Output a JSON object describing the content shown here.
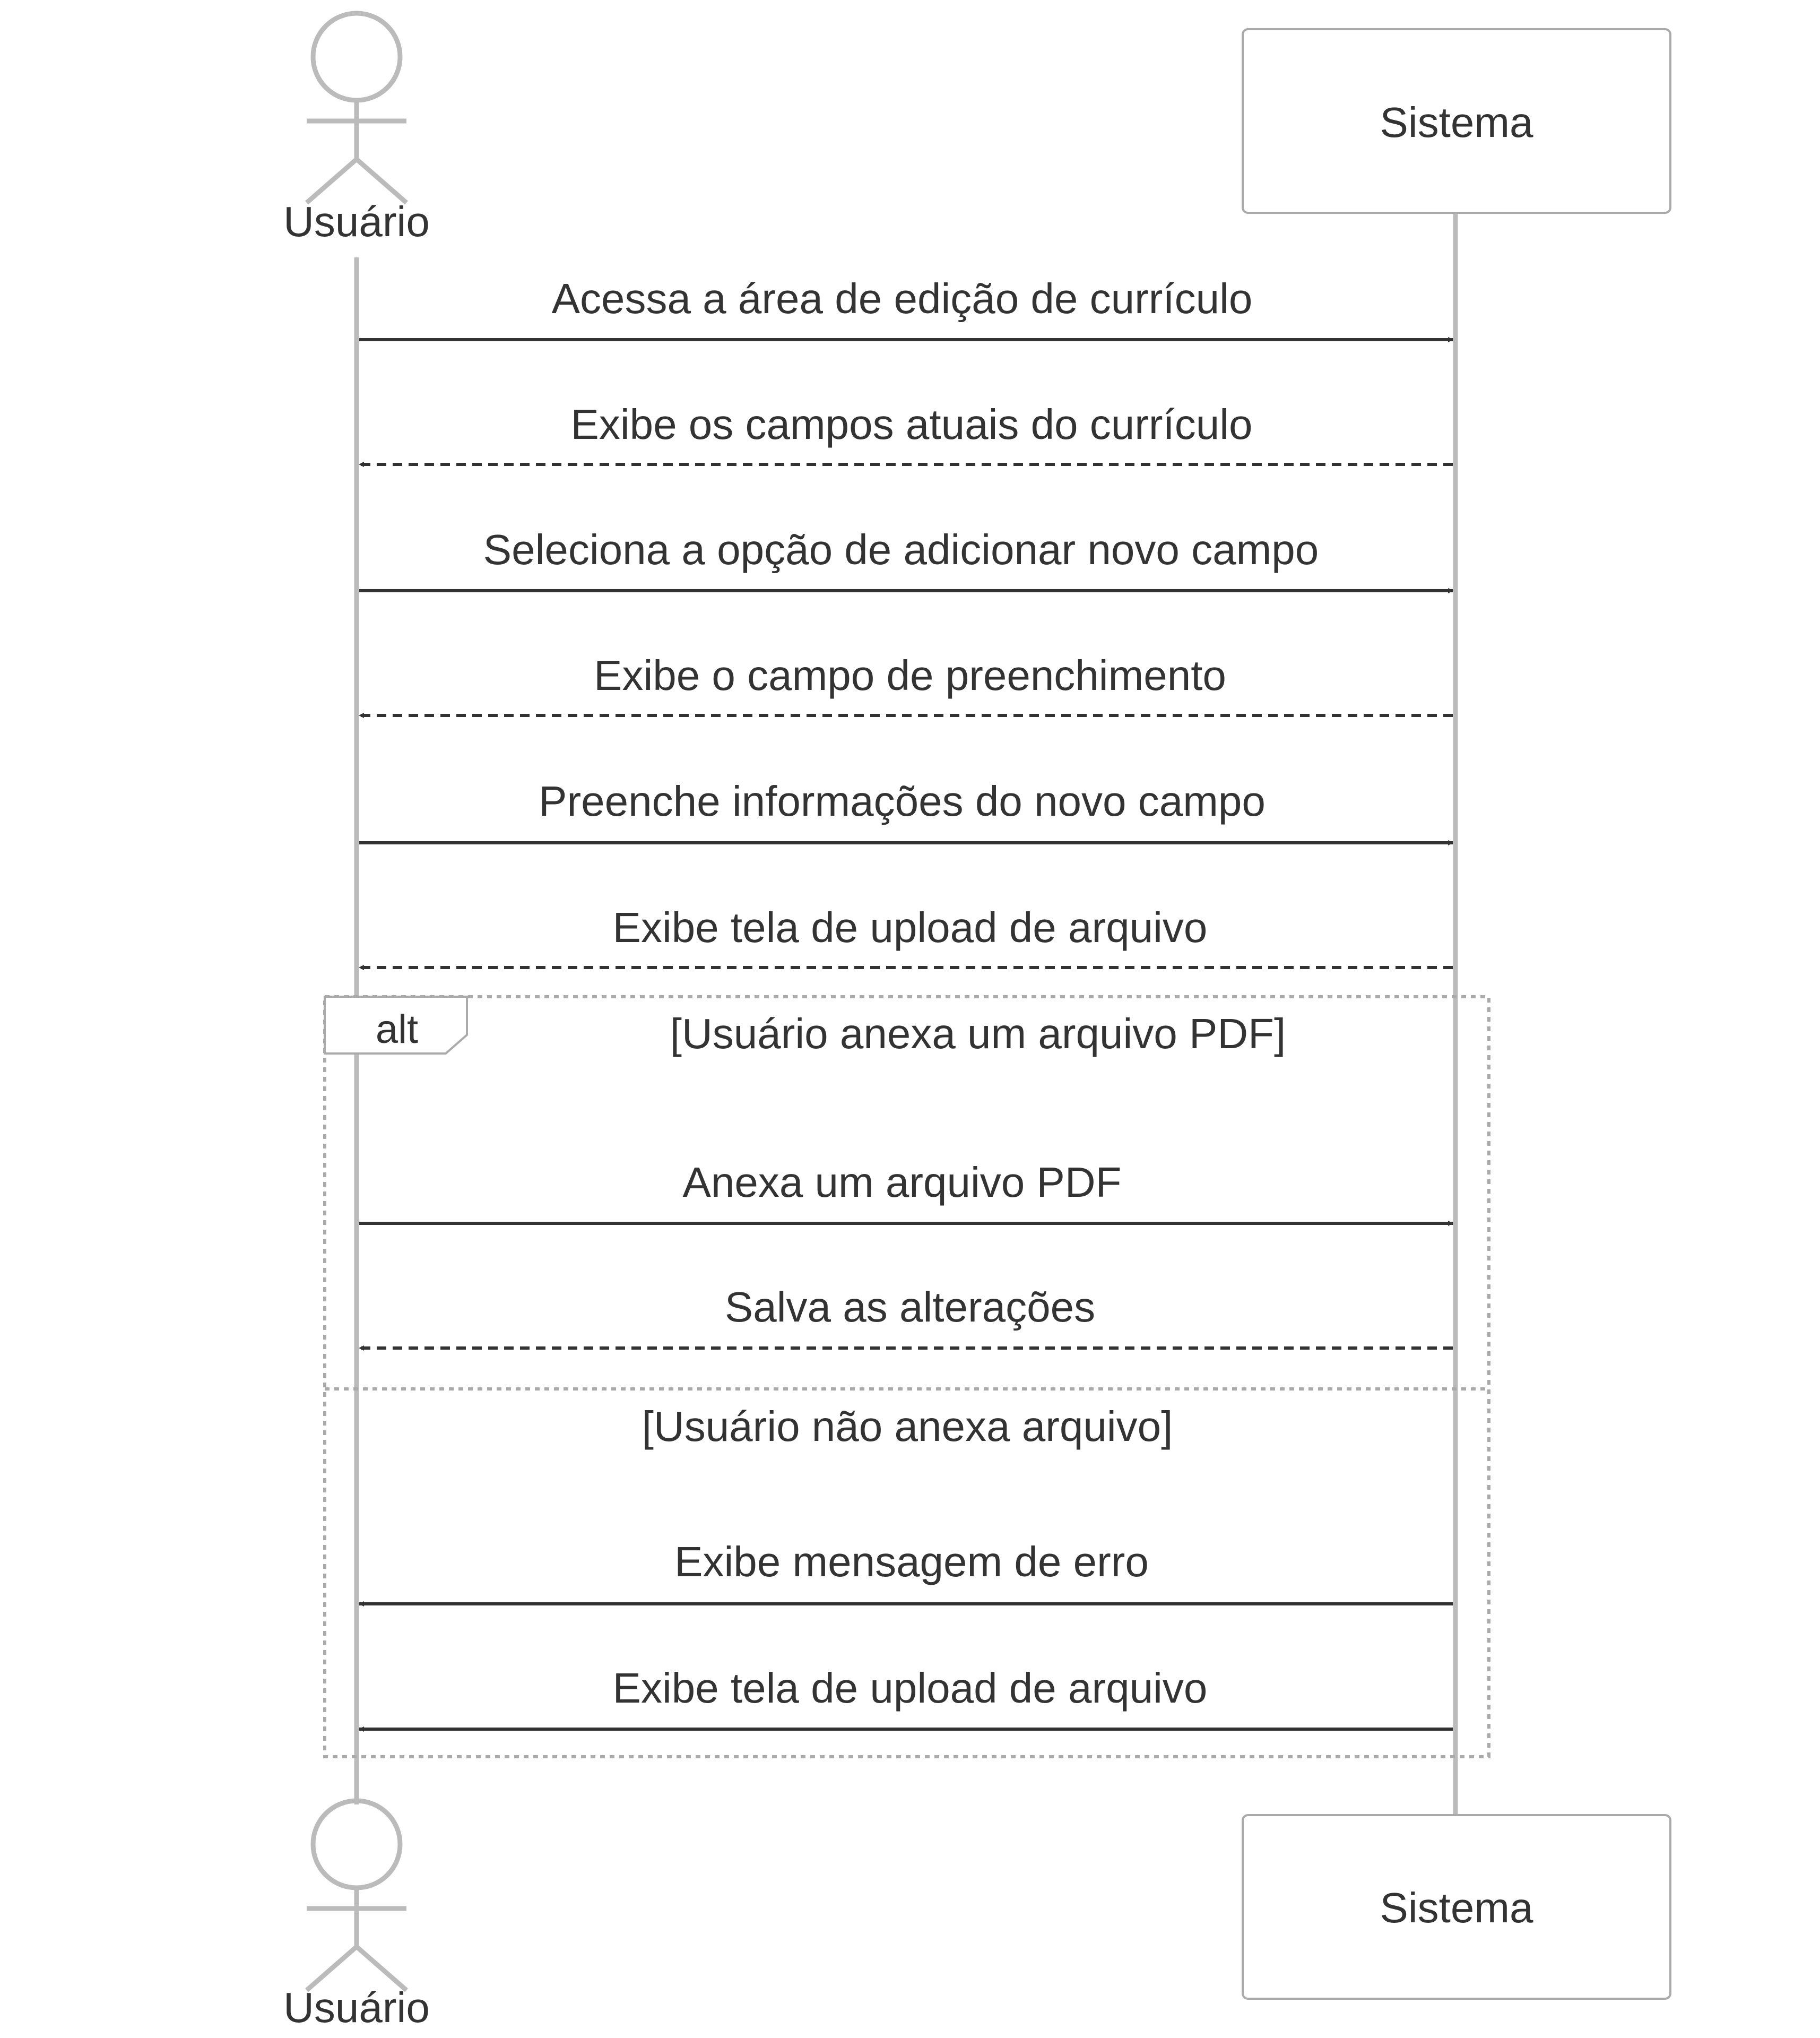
{
  "participants": {
    "user": {
      "label": "Usuário",
      "kind": "actor"
    },
    "system": {
      "label": "Sistema",
      "kind": "box"
    }
  },
  "messages": [
    {
      "text": "Acessa a área de edição de currículo",
      "from": "user",
      "to": "system",
      "style": "solid"
    },
    {
      "text": "Exibe os campos atuais do currículo",
      "from": "system",
      "to": "user",
      "style": "dashed"
    },
    {
      "text": "Seleciona a opção de adicionar novo campo",
      "from": "user",
      "to": "system",
      "style": "solid"
    },
    {
      "text": "Exibe o campo de preenchimento",
      "from": "system",
      "to": "user",
      "style": "dashed"
    },
    {
      "text": "Preenche informações do novo campo",
      "from": "user",
      "to": "system",
      "style": "solid"
    },
    {
      "text": "Exibe tela de upload de arquivo",
      "from": "system",
      "to": "user",
      "style": "dashed"
    },
    {
      "text": "Anexa um arquivo PDF",
      "from": "user",
      "to": "system",
      "style": "solid"
    },
    {
      "text": "Salva as alterações",
      "from": "system",
      "to": "user",
      "style": "dashed"
    },
    {
      "text": "Exibe mensagem de erro",
      "from": "system",
      "to": "user",
      "style": "solid"
    },
    {
      "text": "Exibe tela de upload de arquivo",
      "from": "system",
      "to": "user",
      "style": "solid"
    }
  ],
  "alt_fragment": {
    "label": "alt",
    "condition_1": "[Usuário anexa um arquivo PDF]",
    "condition_2": "[Usuário não anexa arquivo]"
  },
  "colors": {
    "lifeline": "#bbbbbb",
    "arrow": "#333333",
    "text": "#333333",
    "box_border": "#aaaaaa",
    "fragment_border": "#aaaaaa"
  }
}
